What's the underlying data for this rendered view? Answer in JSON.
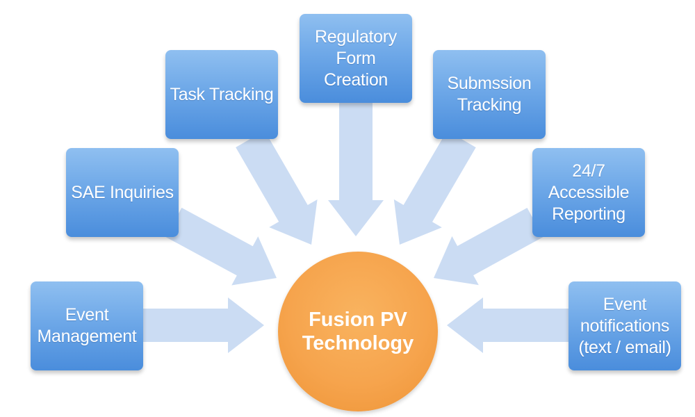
{
  "hub": {
    "label": "Fusion PV\nTechnology",
    "color": "#f6a44d"
  },
  "box_color": "#6ea8e8",
  "arrow_color": "#c8daf2",
  "features": [
    {
      "id": "event-management",
      "label": "Event\nManagement"
    },
    {
      "id": "sae-inquiries",
      "label": "SAE Inquiries"
    },
    {
      "id": "task-tracking",
      "label": "Task Tracking"
    },
    {
      "id": "regulatory-form-creation",
      "label": "Regulatory\nForm\nCreation"
    },
    {
      "id": "submission-tracking",
      "label": "Submssion\nTracking"
    },
    {
      "id": "accessible-reporting",
      "label": "24/7\nAccessible\nReporting"
    },
    {
      "id": "event-notifications",
      "label": "Event\nnotifications\n(text / email)"
    }
  ]
}
